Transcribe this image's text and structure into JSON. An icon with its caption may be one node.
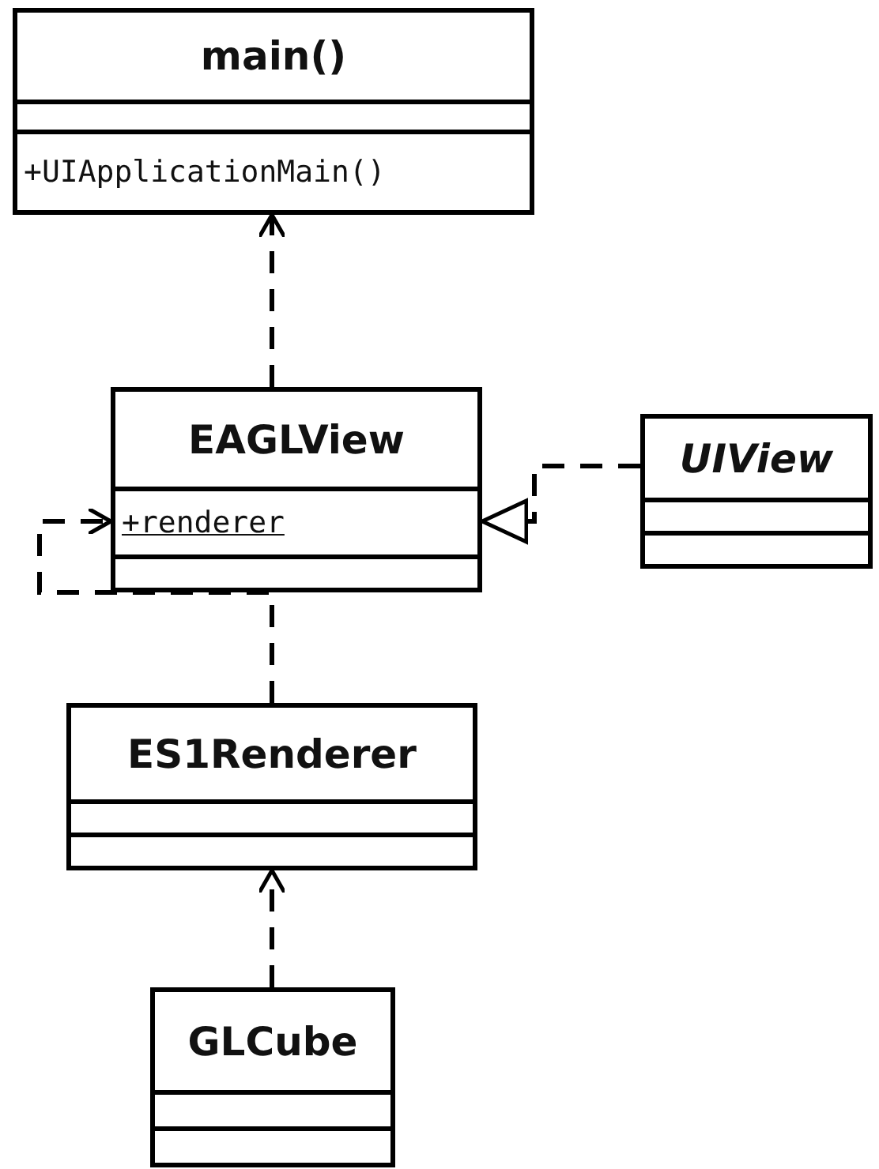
{
  "diagram": {
    "nodes": [
      {
        "text": [
          "main()",
          "+UIApplicationMain()"
        ]
      },
      {
        "text": [
          "EAGLView",
          "+renderer"
        ]
      },
      {
        "text": [
          "UIView"
        ]
      },
      {
        "text": [
          "ES1Renderer"
        ]
      },
      {
        "text": [
          "GLCube"
        ]
      }
    ],
    "edges": [
      {
        "from": 1,
        "to": 0,
        "arrow": "to",
        "style": "dashed"
      },
      {
        "from": 2,
        "to": 1,
        "arrow": "to",
        "style": "dashed"
      },
      {
        "from": 3,
        "to": 1,
        "arrow": "to",
        "style": "dashed"
      },
      {
        "from": 4,
        "to": 3,
        "arrow": "to",
        "style": "dashed"
      }
    ]
  }
}
